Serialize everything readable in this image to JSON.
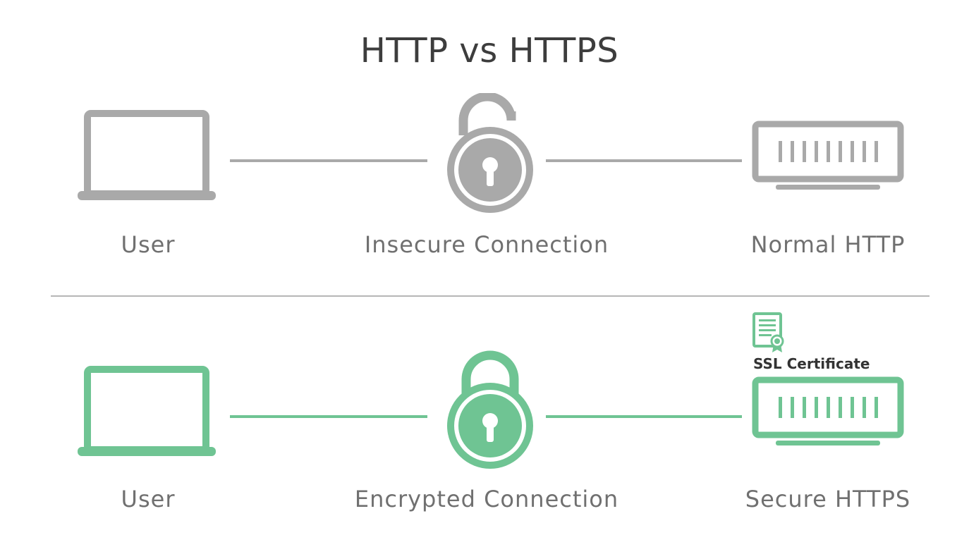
{
  "title": "HTTP vs HTTPS",
  "colors": {
    "insecure": "#a9a9a9",
    "secure": "#6fc493",
    "title_text": "#3d3d3d",
    "label_text": "#707070",
    "divider": "#b6b6b6"
  },
  "http_row": {
    "user_label": "User",
    "connection_label": "Insecure Connection",
    "server_label": "Normal HTTP",
    "lock_state": "unlocked"
  },
  "https_row": {
    "user_label": "User",
    "connection_label": "Encrypted Connection",
    "server_label": "Secure HTTPS",
    "lock_state": "locked",
    "certificate_label": "SSL Certificate"
  }
}
